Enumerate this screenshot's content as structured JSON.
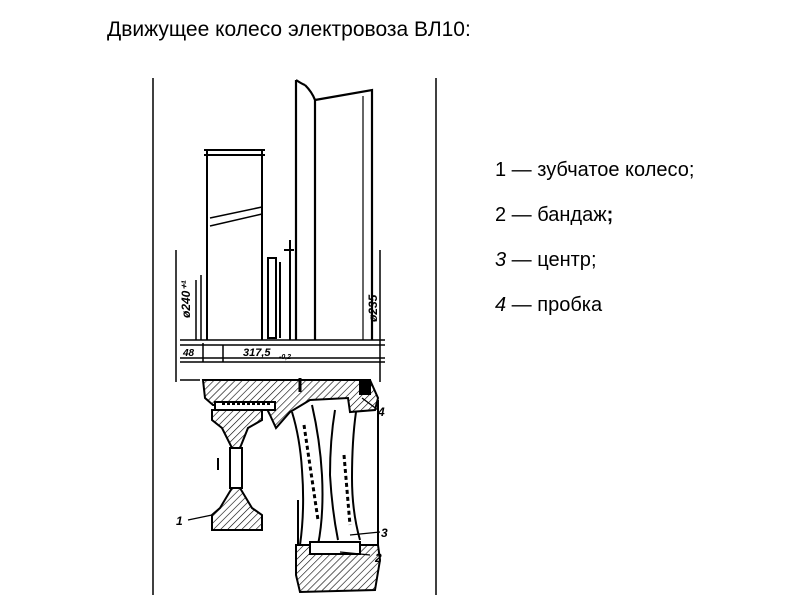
{
  "title": "Движущее колесо электровоза ВЛ10:",
  "legend": [
    {
      "num": "1",
      "dash": " — ",
      "text": "зубчатое колесо",
      "end": ";",
      "italic": false
    },
    {
      "num": "2",
      "dash": " — ",
      "text": "бандаж",
      "end": ";",
      "italic": false
    },
    {
      "num": "3",
      "dash": " — ",
      "text": "центр",
      "end": ";",
      "italic": true
    },
    {
      "num": "4",
      "dash": " — ",
      "text": "пробка",
      "end": "",
      "italic": true
    }
  ],
  "drawing": {
    "dim_left": "ø240⁺¹",
    "dim_right": "ø235",
    "dim_48": "48",
    "dim_317": "317,5",
    "dim_317_tol": "-0,2",
    "callouts": [
      "1",
      "2",
      "3",
      "4"
    ]
  }
}
